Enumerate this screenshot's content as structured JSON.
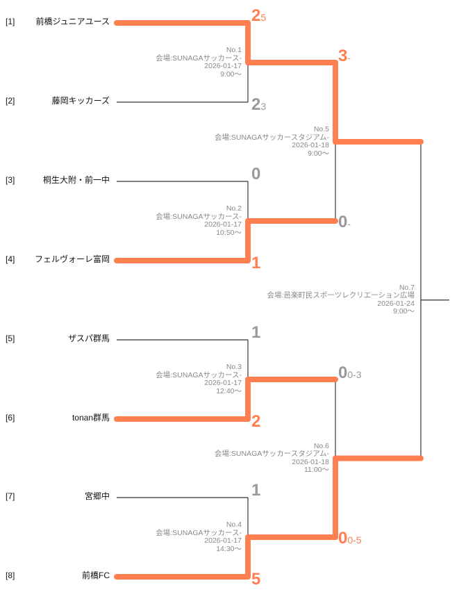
{
  "colors": {
    "winner": "#ff7f50",
    "line": "#333333",
    "score_lose": "#999999",
    "info": "#888888"
  },
  "teams": [
    {
      "seed": "[1]",
      "name": "前橋ジュニアユース"
    },
    {
      "seed": "[2]",
      "name": "藤岡キッカーズ"
    },
    {
      "seed": "[3]",
      "name": "桐生大附・前一中"
    },
    {
      "seed": "[4]",
      "name": "フェルヴォーレ富岡"
    },
    {
      "seed": "[5]",
      "name": "ザスパ群馬"
    },
    {
      "seed": "[6]",
      "name": "tonan群馬"
    },
    {
      "seed": "[7]",
      "name": "宮郷中"
    },
    {
      "seed": "[8]",
      "name": "前橋FC"
    }
  ],
  "matches": [
    {
      "no": "No.1",
      "venue": "会場:SUNAGAサッカース-",
      "date": "2026-01-17",
      "time": "9:00〜",
      "top": {
        "score": "2",
        "pk": "5",
        "winner": true
      },
      "bottom": {
        "score": "2",
        "pk": "3",
        "winner": false
      }
    },
    {
      "no": "No.2",
      "venue": "会場:SUNAGAサッカース-",
      "date": "2026-01-17",
      "time": "10:50〜",
      "top": {
        "score": "0",
        "pk": "",
        "winner": false
      },
      "bottom": {
        "score": "1",
        "pk": "",
        "winner": true
      }
    },
    {
      "no": "No.3",
      "venue": "会場:SUNAGAサッカース-",
      "date": "2026-01-17",
      "time": "12:40〜",
      "top": {
        "score": "1",
        "pk": "",
        "winner": false
      },
      "bottom": {
        "score": "2",
        "pk": "",
        "winner": true
      }
    },
    {
      "no": "No.4",
      "venue": "会場:SUNAGAサッカース-",
      "date": "2026-01-17",
      "time": "14:30〜",
      "top": {
        "score": "1",
        "pk": "",
        "winner": false
      },
      "bottom": {
        "score": "5",
        "pk": "",
        "winner": true
      }
    },
    {
      "no": "No.5",
      "venue": "会場:SUNAGAサッカースタジアム-",
      "date": "2026-01-18",
      "time": "9:00〜",
      "top": {
        "score": "3",
        "pk": "-",
        "winner": true
      },
      "bottom": {
        "score": "0",
        "pk": "-",
        "winner": false
      }
    },
    {
      "no": "No.6",
      "venue": "会場:SUNAGAサッカースタジアム-",
      "date": "2026-01-18",
      "time": "11:00〜",
      "top": {
        "score": "0",
        "pk": "0-3",
        "winner": false
      },
      "bottom": {
        "score": "0",
        "pk": "0-5",
        "winner": true
      }
    },
    {
      "no": "No.7",
      "venue": "会場:邑楽町民スポーツレクリエーション広場",
      "date": "2026-01-24",
      "time": "9:00〜",
      "top": null,
      "bottom": null
    }
  ]
}
